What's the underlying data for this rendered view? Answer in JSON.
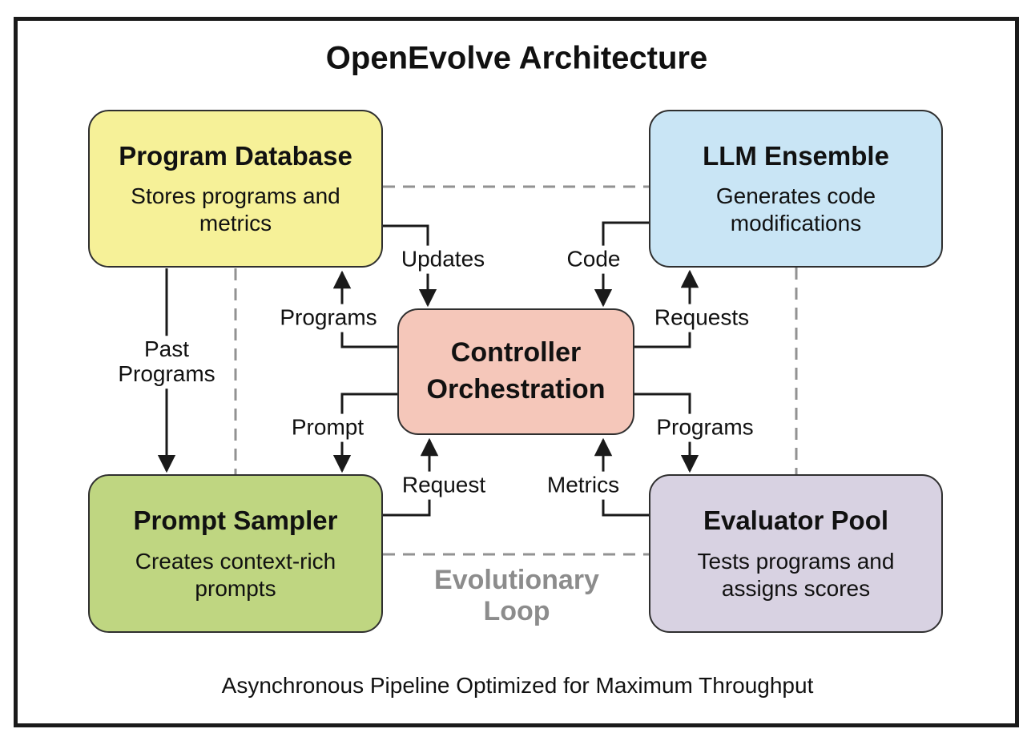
{
  "title": "OpenEvolve Architecture",
  "caption": "Asynchronous Pipeline Optimized for Maximum Throughput",
  "loop_label": "Evolutionary Loop",
  "boxes": {
    "program_database": {
      "title": "Program Database",
      "subtitle": "Stores programs and metrics",
      "fill": "#f6f198"
    },
    "llm_ensemble": {
      "title": "LLM Ensemble",
      "subtitle": "Generates code modifications",
      "fill": "#c9e5f5"
    },
    "controller": {
      "title": "Controller Orchestration",
      "fill": "#f5c7ba"
    },
    "prompt_sampler": {
      "title": "Prompt Sampler",
      "subtitle": "Creates context-rich prompts",
      "fill": "#bfd681"
    },
    "evaluator_pool": {
      "title": "Evaluator Pool",
      "subtitle": "Tests programs and assigns scores",
      "fill": "#d8d2e2"
    }
  },
  "edges": {
    "updates": "Updates",
    "programs_to_db": "Programs",
    "code": "Code",
    "requests": "Requests",
    "past_programs": "Past Programs",
    "prompt": "Prompt",
    "request": "Request",
    "metrics": "Metrics",
    "programs_to_evaluator": "Programs"
  },
  "colors": {
    "frame": "#1a1a1a",
    "arrow": "#1a1a1a",
    "box_border": "#2f2f2f",
    "dashed_line": "#929292",
    "loop_text": "#8c8c8c"
  }
}
